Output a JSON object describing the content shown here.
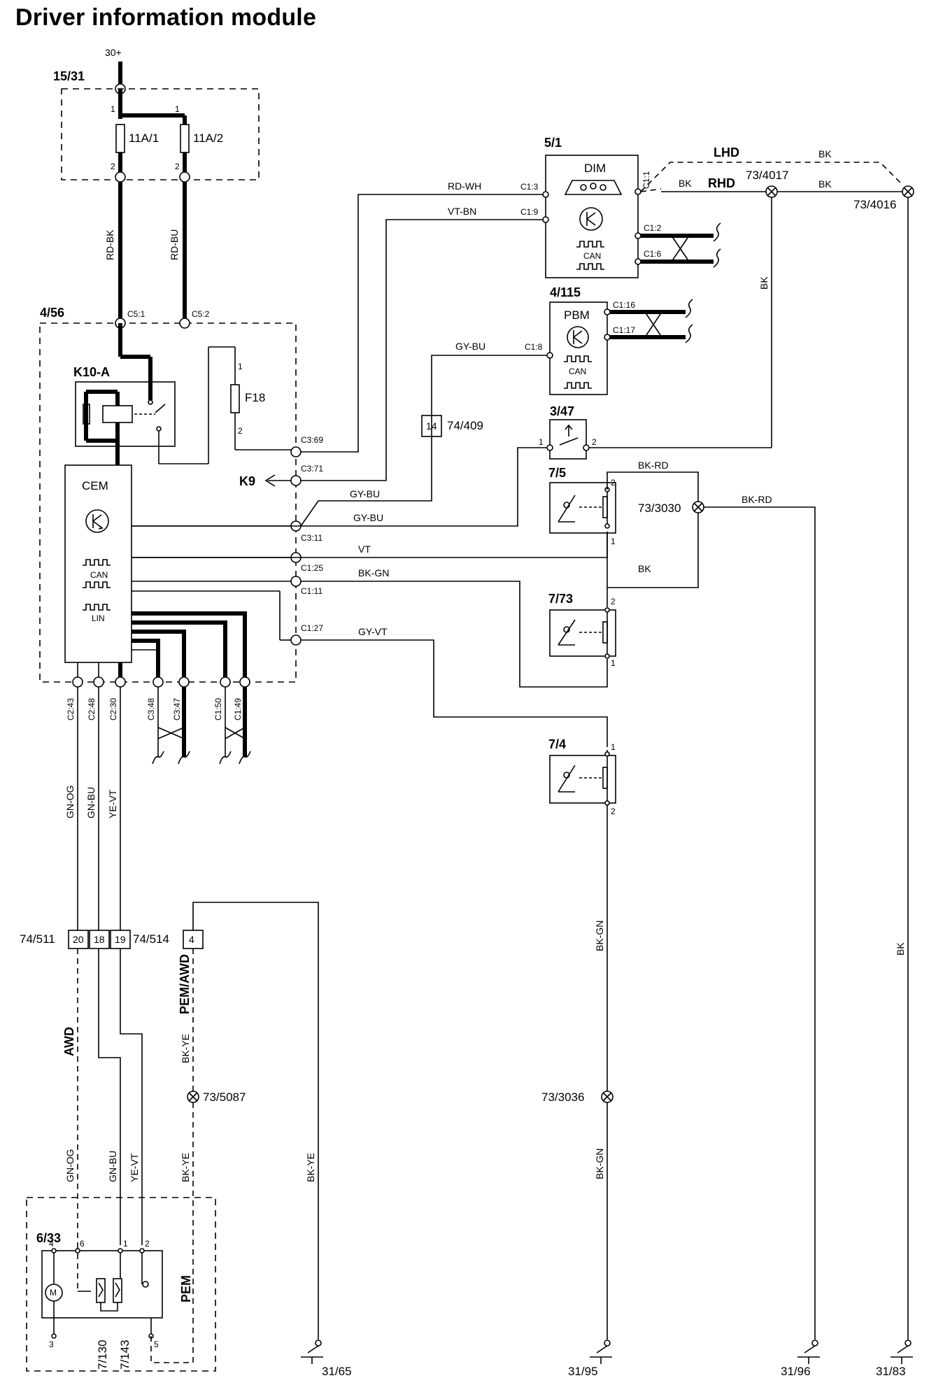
{
  "title": "Driver information module",
  "power": {
    "supply": "30+"
  },
  "fusebox": {
    "id": "15/31",
    "fuse_a": "11A/1",
    "fuse_b": "11A/2",
    "pin_in": "1",
    "pin_out": "2"
  },
  "wires": {
    "rd_bk": "RD-BK",
    "rd_bu": "RD-BU",
    "rd_wh": "RD-WH",
    "vt_bn": "VT-BN",
    "gy_bu": "GY-BU",
    "gy_bu_2": "GY-BU",
    "gy_bu_3": "GY-BU",
    "vt": "VT",
    "bk_gn": "BK-GN",
    "gy_vt": "GY-VT",
    "bk_rd": "BK-RD",
    "bk_rd_2": "BK-RD",
    "bk": "BK",
    "bk_2": "BK",
    "bk_3": "BK",
    "bk_4": "BK",
    "bk_5": "BK",
    "gn_og": "GN-OG",
    "gn_bu": "GN-BU",
    "ye_vt": "YE-VT",
    "gn_og_2": "GN-OG",
    "gn_bu_2": "GN-BU",
    "ye_vt_2": "YE-VT",
    "bk_ye": "BK-YE",
    "bk_ye_2": "BK-YE",
    "bk_ye_3": "BK-YE",
    "bk_gn_2": "BK-GN",
    "bk_gn_3": "BK-GN",
    "lhd": "LHD",
    "rhd": "RHD",
    "awd": "AWD",
    "pem_awd": "PEM/AWD"
  },
  "cem_box": {
    "id": "4/56",
    "relay": "K10-A",
    "fuse": "F18",
    "fuse_pin1": "1",
    "fuse_pin2": "2",
    "module": "CEM",
    "can": "CAN",
    "lin": "LIN",
    "k9": "K9",
    "pins": {
      "c5_1": "C5:1",
      "c5_2": "C5:2",
      "c3_69": "C3:69",
      "c3_71": "C3:71",
      "c3_11": "C3:11",
      "c1_25": "C1:25",
      "c1_11": "C1:11",
      "c1_27": "C1:27",
      "c2_43": "C2:43",
      "c2_48": "C2:48",
      "c2_30": "C2:30",
      "c3_48": "C3:48",
      "c3_47": "C3:47",
      "c1_50": "C1:50",
      "c1_49": "C1:49"
    }
  },
  "dim": {
    "id": "5/1",
    "name": "DIM",
    "can": "CAN",
    "c1_3": "C1:3",
    "c1_9": "C1:9",
    "c1_1": "C1:1",
    "c1_2": "C1:2",
    "c1_6": "C1:6"
  },
  "pbm": {
    "id": "4/115",
    "name": "PBM",
    "can": "CAN",
    "c1_16": "C1:16",
    "c1_17": "C1:17",
    "c1_8": "C1:8"
  },
  "splices": {
    "s4017": "73/4017",
    "s4016": "73/4016",
    "s3030": "73/3030",
    "s5087": "73/5087",
    "s3036": "73/3036"
  },
  "connector_409": {
    "id": "74/409",
    "pin": "14"
  },
  "switch_347": {
    "id": "3/47",
    "pin1": "1",
    "pin2": "2"
  },
  "sensor_75": {
    "id": "7/5",
    "pin_top": "2",
    "pin_bottom": "1"
  },
  "sensor_773": {
    "id": "7/73",
    "pin_top": "2",
    "pin_bottom": "1"
  },
  "sensor_74": {
    "id": "7/4",
    "pin_top": "1",
    "pin_bottom": "2"
  },
  "connectors": {
    "c511": "74/511",
    "c514": "74/514",
    "p20": "20",
    "p18": "18",
    "p19": "19",
    "p4": "4"
  },
  "pem": {
    "id": "6/33",
    "name": "PEM",
    "p4": "4",
    "p6": "6",
    "p1": "1",
    "p2": "2",
    "p3": "3",
    "p5": "5",
    "s130": "7/130",
    "s143": "7/143"
  },
  "grounds": {
    "g65": "31/65",
    "g95": "31/95",
    "g96": "31/96",
    "g83": "31/83"
  }
}
